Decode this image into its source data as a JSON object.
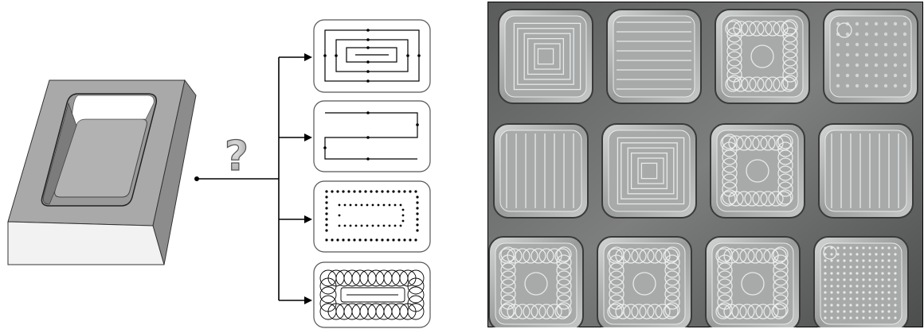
{
  "question_mark": "?",
  "strategies": [
    {
      "id": "contour-parallel",
      "label": ""
    },
    {
      "id": "zigzag-raster",
      "label": ""
    },
    {
      "id": "point-drilling",
      "label": ""
    },
    {
      "id": "trochoidal-loops",
      "label": ""
    }
  ],
  "photo": {
    "pockets": [
      {
        "pattern": "spiral"
      },
      {
        "pattern": "horizontal-raster"
      },
      {
        "pattern": "trochoidal"
      },
      {
        "pattern": "ripple"
      },
      {
        "pattern": "vertical-raster"
      },
      {
        "pattern": "spiral"
      },
      {
        "pattern": "trochoidal"
      },
      {
        "pattern": "vertical-raster"
      },
      {
        "pattern": "trochoidal"
      },
      {
        "pattern": "trochoidal"
      },
      {
        "pattern": "trochoidal"
      },
      {
        "pattern": "dots"
      }
    ]
  },
  "colors": {
    "block_top": "#a9a9a9",
    "block_side": "#8c8c8c",
    "block_front": "#f2f2f2",
    "photo_bg": "#6f7070",
    "line": "#000000"
  }
}
